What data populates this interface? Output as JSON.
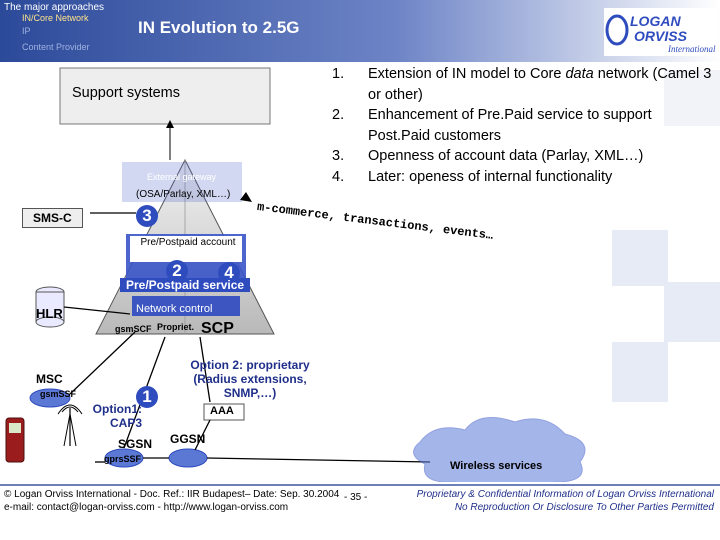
{
  "header": {
    "section_title": "The major approaches",
    "sub_items": [
      "IN/Core Network",
      "IP",
      "Content Provider"
    ],
    "slide_title": "IN Evolution to 2.5G",
    "logo_text": [
      "LOGAN",
      "ORVISS",
      "International"
    ]
  },
  "points": [
    {
      "num": "1.",
      "text_a": "Extension of IN model to Core ",
      "text_em": "data",
      "text_b": " network (Camel 3 or other)"
    },
    {
      "num": "2.",
      "text_a": "Enhancement of Pre.Paid service to support Post.Paid customers",
      "text_em": "",
      "text_b": ""
    },
    {
      "num": "3.",
      "text_a": "Openness of account data (Parlay, XML…)",
      "text_em": "",
      "text_b": ""
    },
    {
      "num": "4.",
      "text_a": "Later: openess of internal functionality",
      "text_em": "",
      "text_b": ""
    }
  ],
  "diagram": {
    "support_systems": "Support systems",
    "external_gateway": "External gateway",
    "osa_parlay": "(OSA/Parlay, XML…)",
    "smsc": "SMS-C",
    "badge_3": "3",
    "prepost_account": "Pre/Postpaid account",
    "badge_2": "2",
    "badge_4": "4",
    "prepost_service": "Pre/Postpaid service",
    "mcommerce": "m-commerce, transactions, events…",
    "hlr": "HLR",
    "network_control": "Network control",
    "gsmscf": "gsmSCF",
    "propriet": "Propriet.",
    "scp": "SCP",
    "option2": "Option 2: proprietary (Radius extensions, SNMP,…)",
    "msc": "MSC",
    "gsmssf": "gsmSSF",
    "badge_1": "1",
    "option1": "Option1: CAP3",
    "aaa": "AAA",
    "sgsn": "SGSN",
    "ggsn": "GGSN",
    "gprsssf": "gprsSSF",
    "wireless": "Wireless services"
  },
  "footer": {
    "line1": "© Logan Orviss International - Doc. Ref.: IIR Budapest– Date: Sep. 30.2004",
    "line2": "e-mail: contact@logan-orviss.com - http://www.logan-orviss.com",
    "page": "- 35 -",
    "right1": "Proprietary & Confidential Information of Logan Orviss International",
    "right2": "No Reproduction Or Disclosure To Other Parties Permitted"
  },
  "colors": {
    "accent": "#2f4cbf",
    "header_dark": "#2c4a9a",
    "option_text": "#1f2f8a"
  }
}
